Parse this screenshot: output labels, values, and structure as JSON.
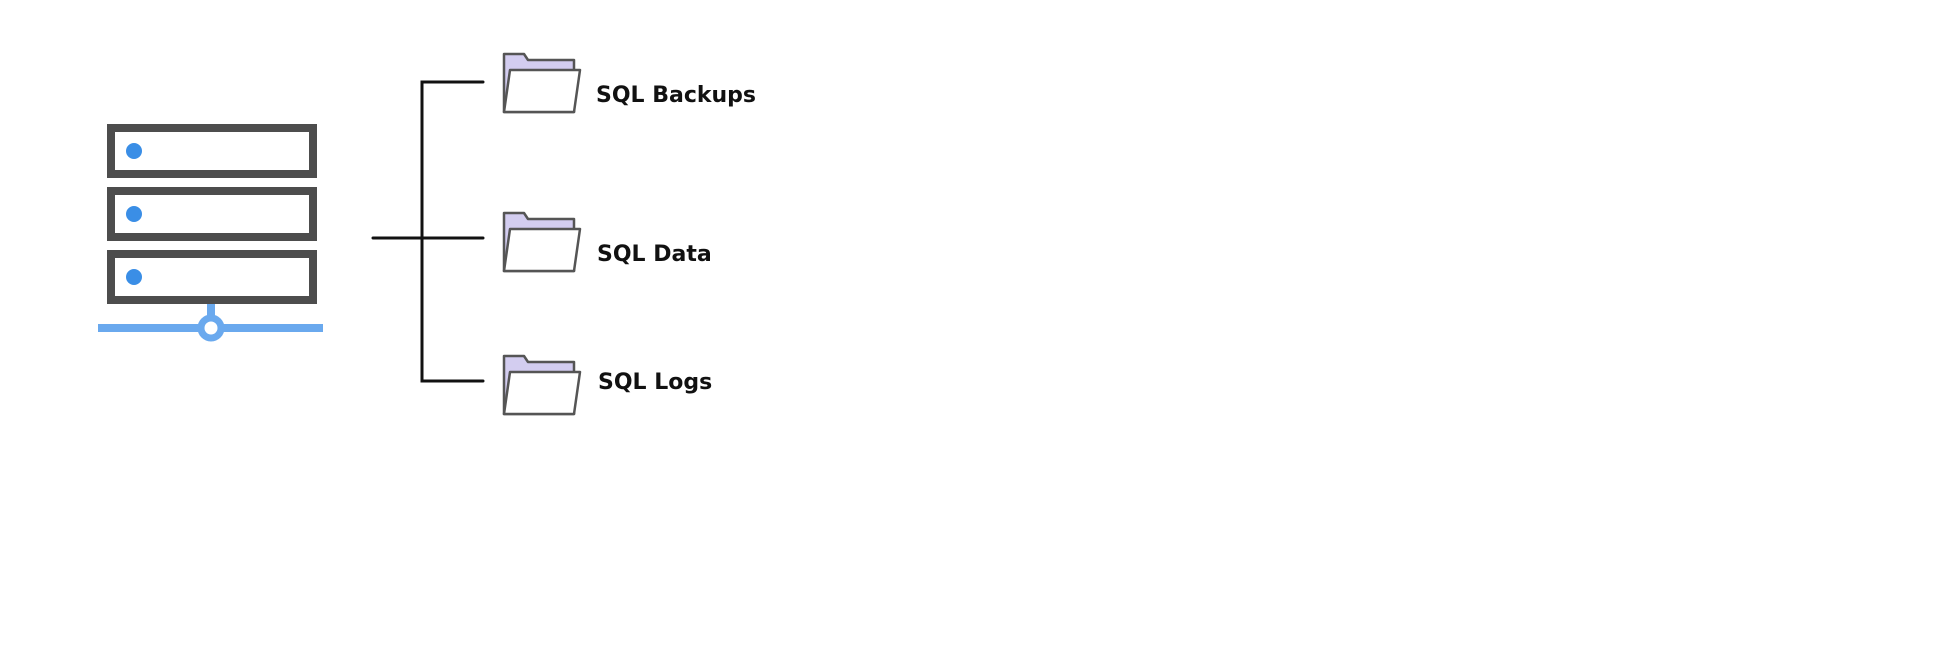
{
  "diagram": {
    "server": {
      "icon": "server-rack-icon",
      "unit_count": 3,
      "colors": {
        "frame": "#4d4d4d",
        "led": "#3a8ee6",
        "network": "#6aa9ee"
      }
    },
    "connector_color": "#111111",
    "folders": [
      {
        "label": "SQL Backups",
        "icon": "folder-icon"
      },
      {
        "label": "SQL Data",
        "icon": "folder-icon"
      },
      {
        "label": "SQL Logs",
        "icon": "folder-icon"
      }
    ],
    "folder_colors": {
      "tab": "#d3cdf0",
      "outline": "#555555",
      "front": "#ffffff"
    }
  }
}
